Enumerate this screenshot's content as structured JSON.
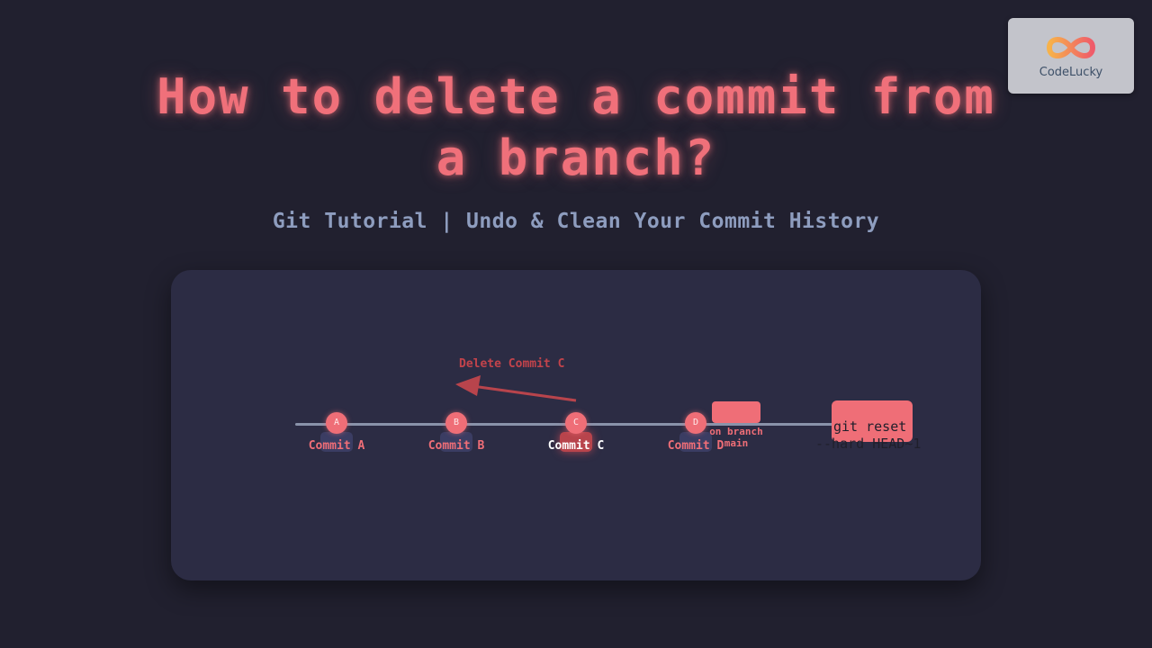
{
  "title": {
    "line1": "How to delete a commit from",
    "line2": "a branch?"
  },
  "subtitle": "Git Tutorial | Undo & Clean Your Commit History",
  "logo": {
    "text": "CodeLucky",
    "icon": "infinity-logo-icon"
  },
  "diagram": {
    "annotation": "Delete Commit C",
    "commits": [
      {
        "letter": "A",
        "label": "Commit A",
        "deleted": false
      },
      {
        "letter": "B",
        "label": "Commit B",
        "deleted": false
      },
      {
        "letter": "C",
        "label": "Commit C",
        "deleted": true
      },
      {
        "letter": "D",
        "label": "Commit D",
        "deleted": false
      }
    ],
    "branch": {
      "line1": "on branch",
      "line2": "main"
    },
    "command": {
      "line1": "git reset",
      "line2": "--hard HEAD~1"
    }
  },
  "colors": {
    "background": "#21202f",
    "card": "#2c2c44",
    "accent": "#ef6e77",
    "subtitle": "#8e9dbf",
    "deleted": "#c2434b"
  }
}
